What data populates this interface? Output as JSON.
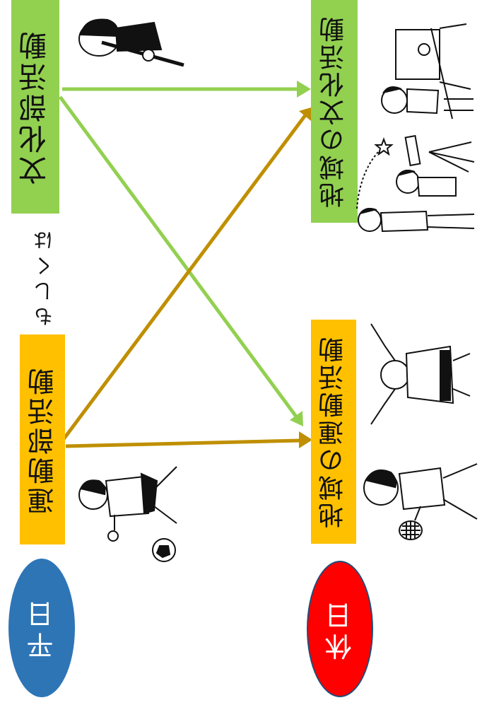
{
  "labels": {
    "weekday_culture": "文化部活動",
    "weekday_sports": "運動部活動",
    "or_text": "もしくは",
    "holiday_culture": "地域の文化活動",
    "holiday_sports": "地域の運動活動",
    "weekday": "平日",
    "holiday": "休日"
  },
  "colors": {
    "culture": "#92d050",
    "sports": "#ffc000",
    "culture_arrow": "#92d050",
    "sports_arrow": "#bf8f00",
    "weekday_pill": "#2e75b6",
    "holiday_pill": "#ff0000"
  },
  "connections": [
    {
      "from": "weekday_culture",
      "to": "holiday_culture",
      "color": "culture_arrow"
    },
    {
      "from": "weekday_culture",
      "to": "holiday_sports",
      "color": "culture_arrow"
    },
    {
      "from": "weekday_sports",
      "to": "holiday_culture",
      "color": "sports_arrow"
    },
    {
      "from": "weekday_sports",
      "to": "holiday_sports",
      "color": "sports_arrow"
    }
  ],
  "illustrations": [
    "clarinet-player-icon",
    "soccer-player-icon",
    "painter-icon",
    "stargazers-icon",
    "judo-player-icon",
    "tennis-player-icon"
  ]
}
